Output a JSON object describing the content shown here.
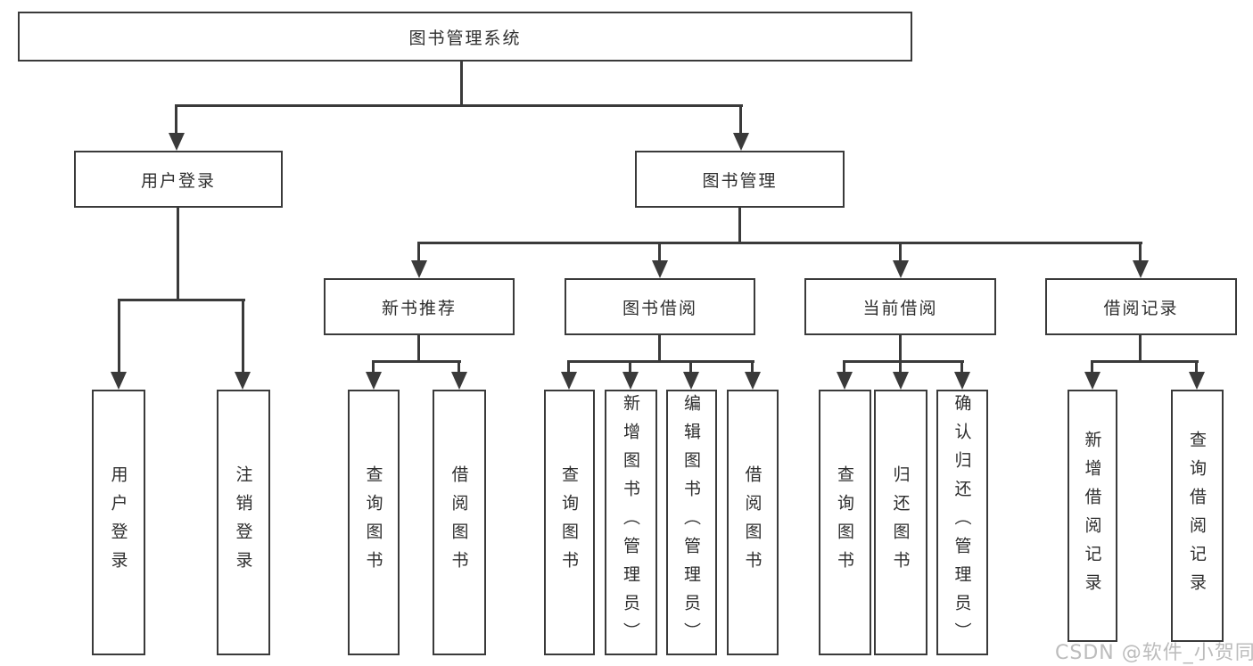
{
  "tree": {
    "root": {
      "label": "图书管理系统"
    },
    "branches": [
      {
        "label": "用户登录",
        "children": [
          {
            "label": "用户登录"
          },
          {
            "label": "注销登录"
          }
        ]
      },
      {
        "label": "图书管理",
        "children": [
          {
            "label": "新书推荐",
            "children": [
              {
                "label": "查询图书"
              },
              {
                "label": "借阅图书"
              }
            ]
          },
          {
            "label": "图书借阅",
            "children": [
              {
                "label": "查询图书"
              },
              {
                "label": "新增图书（管理员）"
              },
              {
                "label": "编辑图书（管理员）"
              },
              {
                "label": "借阅图书"
              }
            ]
          },
          {
            "label": "当前借阅",
            "children": [
              {
                "label": "查询图书"
              },
              {
                "label": "归还图书"
              },
              {
                "label": "确认归还（管理员）"
              }
            ]
          },
          {
            "label": "借阅记录",
            "children": [
              {
                "label": "新增借阅记录"
              },
              {
                "label": "查询借阅记录"
              }
            ]
          }
        ]
      }
    ]
  },
  "watermark": {
    "text": "CSDN @软件_小贺同学"
  },
  "colors": {
    "line": "#3a3a3a",
    "text": "#2e2e2e",
    "watermark": "#bcbcbc",
    "background": "#ffffff",
    "box_bg": "#ffffff"
  }
}
